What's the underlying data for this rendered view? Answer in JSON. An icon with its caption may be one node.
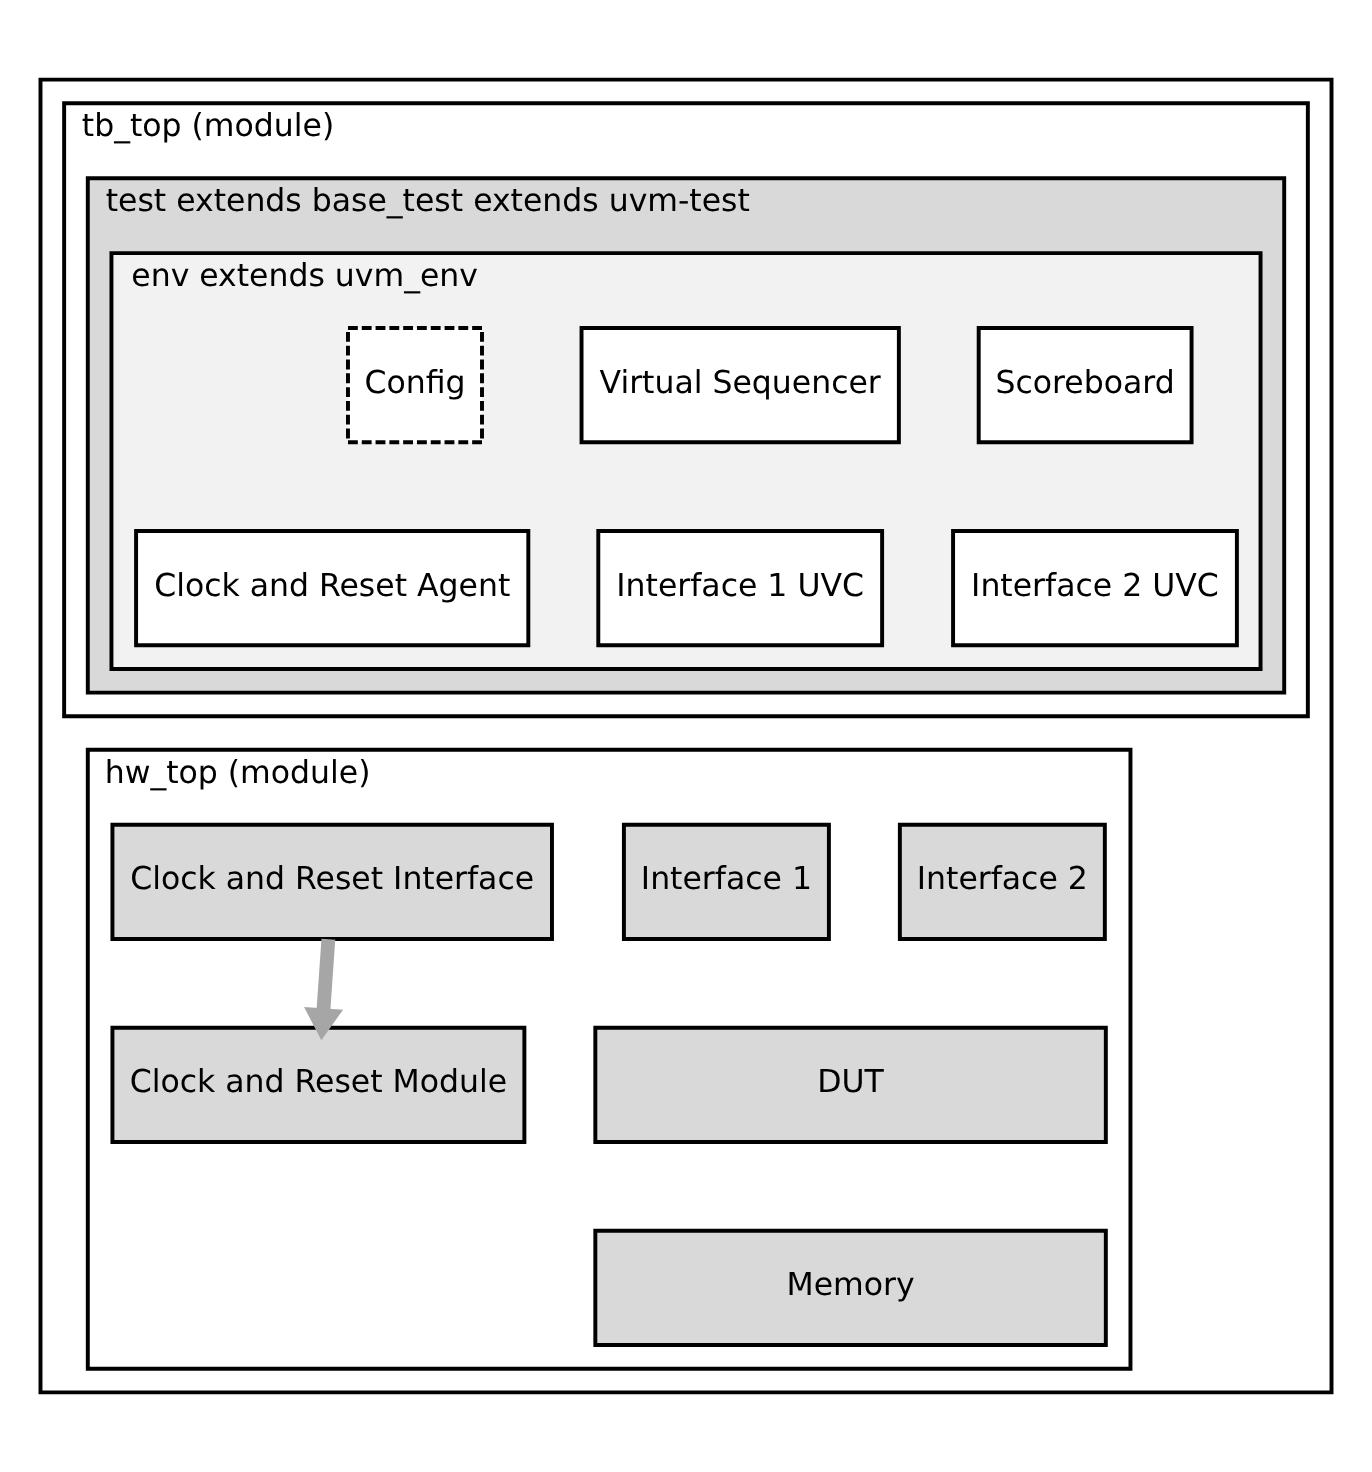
{
  "diagram": {
    "nodes": [
      {
        "text": [],
        "shape": "box"
      },
      {
        "text": [
          "tb_top (module)"
        ],
        "in": 0
      },
      {
        "text": [
          "test extends base_test extends uvm-test"
        ],
        "in": 1
      },
      {
        "text": [
          "env extends uvm_env"
        ],
        "in": 2
      },
      {
        "text": [
          "Config"
        ],
        "in": 3
      },
      {
        "text": [
          "Virtual Sequencer"
        ],
        "in": 3
      },
      {
        "text": [
          "Scoreboard"
        ],
        "in": 3
      },
      {
        "text": [
          "Clock and Reset Agent"
        ],
        "in": 3
      },
      {
        "text": [
          "Interface 1 UVC"
        ],
        "in": 3
      },
      {
        "text": [
          "Interface 2 UVC"
        ],
        "in": 3
      },
      {
        "text": [
          "hw_top (module)"
        ],
        "in": 0
      },
      {
        "text": [
          "Clock and Reset Interface"
        ],
        "in": 10
      },
      {
        "text": [
          "Interface 1"
        ],
        "in": 10
      },
      {
        "text": [
          "Interface 2"
        ],
        "in": 10
      },
      {
        "text": [
          "DUT"
        ],
        "in": 10
      },
      {
        "text": [
          "Memory"
        ],
        "in": 10
      },
      {
        "text": [
          "Clock and Reset Module"
        ],
        "in": 10
      }
    ],
    "edges": [
      {
        "from": 11,
        "to": 16,
        "arrow": "to"
      }
    ]
  }
}
